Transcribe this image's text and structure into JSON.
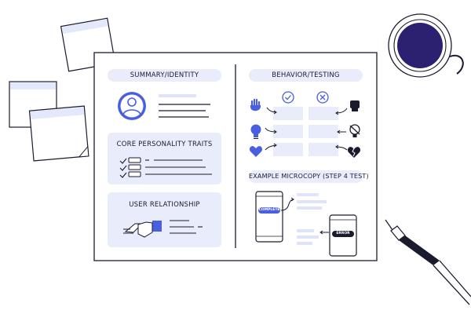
{
  "board": {
    "left_panel": {
      "summary_title": "SUMMARY/IDENTITY",
      "traits_title": "CORE PERSONALITY TRAITS",
      "relationship_title": "USER RELATIONSHIP"
    },
    "right_panel": {
      "behavior_title": "BEHAVIOR/TESTING",
      "microcopy_title": "EXAMPLE MICROCOPY (STEP 4 TEST)",
      "complete_tag": "COMPLETE",
      "error_tag": "ERROR"
    },
    "behavior_left_icons": [
      "raised-hand-icon",
      "lightbulb-icon",
      "heart-icon"
    ],
    "behavior_right_icons": [
      "fist-icon",
      "no-lightbulb-icon",
      "broken-heart-icon"
    ],
    "header_icons": [
      "check-circle-icon",
      "x-circle-icon"
    ]
  },
  "colors": {
    "accent": "#4a5fe0",
    "panel_fill": "#e9edfb",
    "ink": "#1b1b2e",
    "coffee": "#2b2170"
  }
}
